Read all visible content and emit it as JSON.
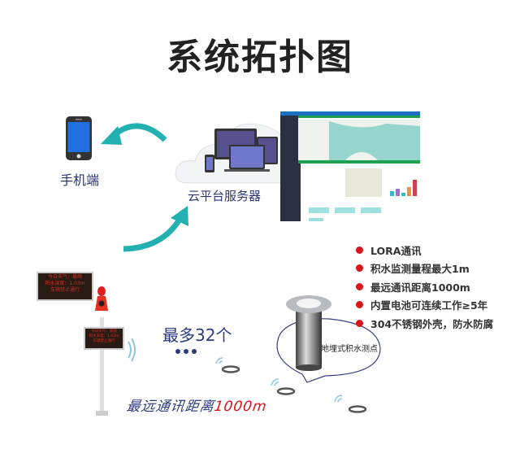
{
  "title": "系统拓扑图",
  "mobile": {
    "label": "手机端",
    "icon": "smartphone-icon"
  },
  "cloud": {
    "label": "云平台服务器",
    "icon": "cloud-devices-icon"
  },
  "features": [
    "LORA通讯",
    "积水监测量程最大1m",
    "最远通讯距离1000m",
    "内置电池可连续工作≥5年",
    "304不锈钢外壳，防水防腐"
  ],
  "sensor": {
    "label": "地埋式积水测点"
  },
  "max_nodes": "最多32个",
  "range": {
    "prefix": "最远通讯距离",
    "value": "1000m"
  },
  "led_display": {
    "line1": "今日天气：暴雨",
    "line2": "积水深度：1.03m",
    "line3": "车辆禁止通行"
  },
  "colors": {
    "arrow": "#22b0b0",
    "accent_red": "#d8141c",
    "navy": "#2b3a80"
  }
}
